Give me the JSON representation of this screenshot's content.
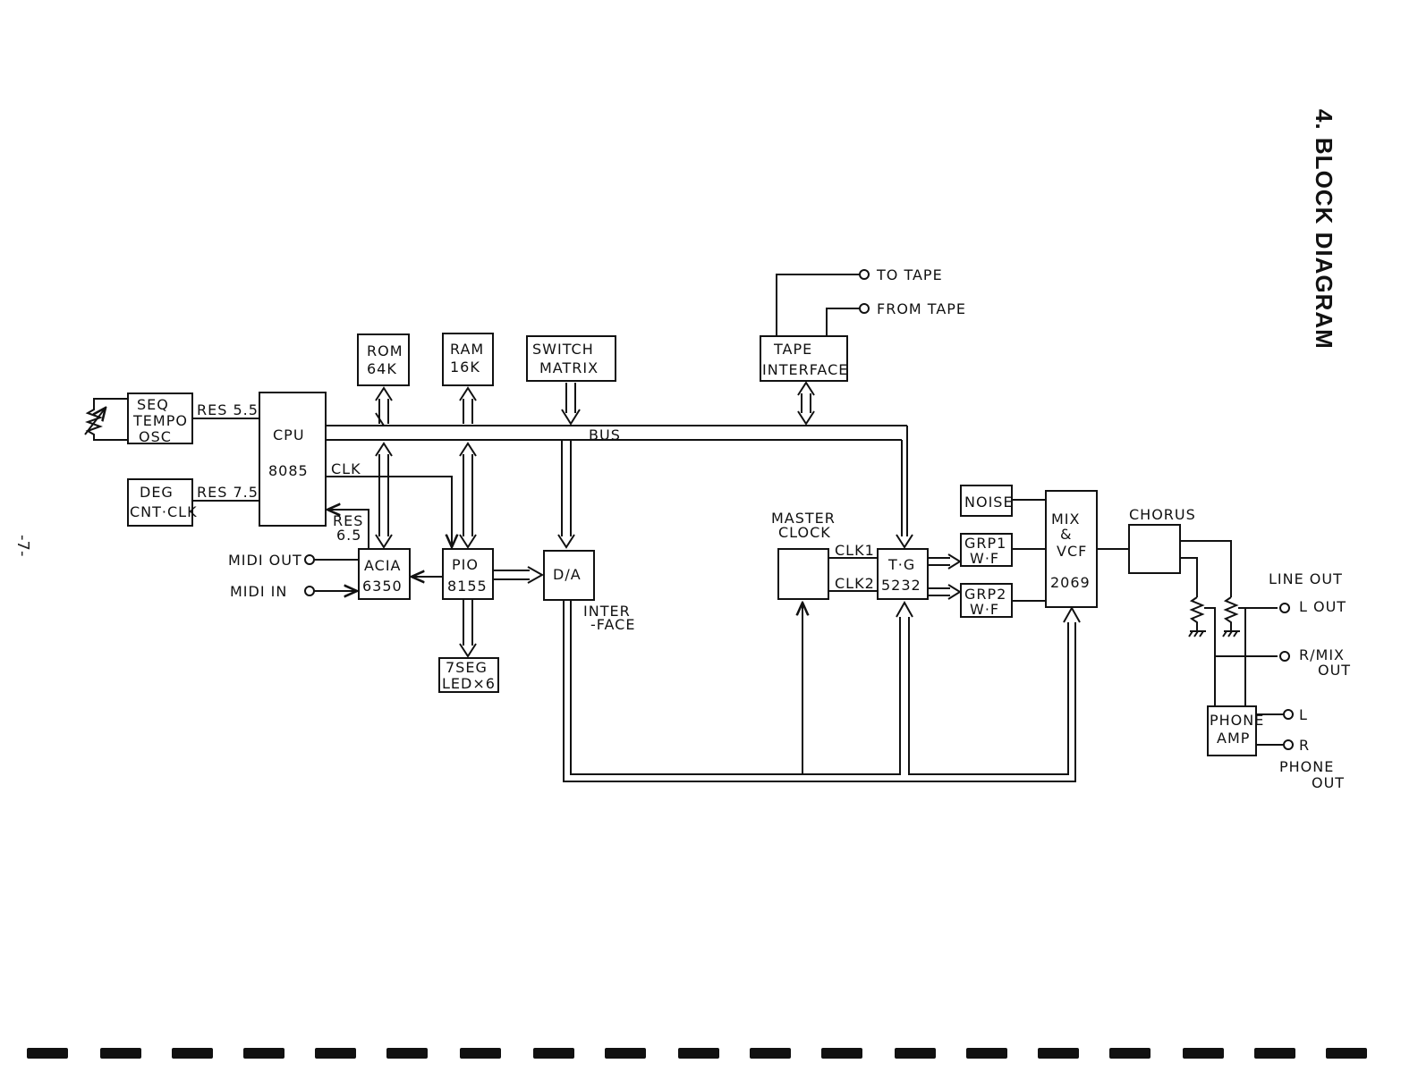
{
  "page": {
    "heading": "4. BLOCK DIAGRAM",
    "page_number": "-7-"
  },
  "blocks": {
    "seq_tempo_osc": [
      "SEQ",
      "TEMPO",
      "OSC"
    ],
    "deg_cnt_clk": [
      "DEG",
      "CNT·CLK"
    ],
    "cpu": [
      "CPU",
      "8085"
    ],
    "rom": [
      "ROM",
      "64K"
    ],
    "ram": [
      "RAM",
      "16K"
    ],
    "switch_matrix": [
      "SWITCH",
      "MATRIX"
    ],
    "tape_interface": [
      "TAPE",
      "INTERFACE"
    ],
    "acia": [
      "ACIA",
      "6350"
    ],
    "pio": [
      "PIO",
      "8155"
    ],
    "da": [
      "D/A"
    ],
    "led": [
      "7SEG",
      "LED×6"
    ],
    "master_clock": [
      "MASTER",
      "CLOCK"
    ],
    "tg": [
      "T·G",
      "5232"
    ],
    "noise": [
      "NOISE"
    ],
    "grp1": [
      "GRP1",
      "W·F"
    ],
    "grp2": [
      "GRP2",
      "W·F"
    ],
    "mix_vcf": [
      "MIX",
      "&",
      "VCF",
      "2069"
    ],
    "chorus": [
      "CHORUS"
    ],
    "phone_amp": [
      "PHONE",
      "AMP"
    ]
  },
  "labels": {
    "res55": "RES 5.5",
    "res75": "RES 7.5",
    "res65": [
      "RES",
      "6.5"
    ],
    "clk": "CLK",
    "bus": "BUS",
    "interface": [
      "INTER",
      "-FACE"
    ],
    "clk1": "CLK1",
    "clk2": "CLK2"
  },
  "terminals": {
    "to_tape": "TO TAPE",
    "from_tape": "FROM TAPE",
    "midi_out": "MIDI OUT",
    "midi_in": "MIDI IN",
    "line_out": "LINE OUT",
    "l_out": "L OUT",
    "r_mix_out": [
      "R/MIX",
      "OUT"
    ],
    "phone_l": "L",
    "phone_r": "R",
    "phone_out": [
      "PHONE",
      "OUT"
    ]
  }
}
